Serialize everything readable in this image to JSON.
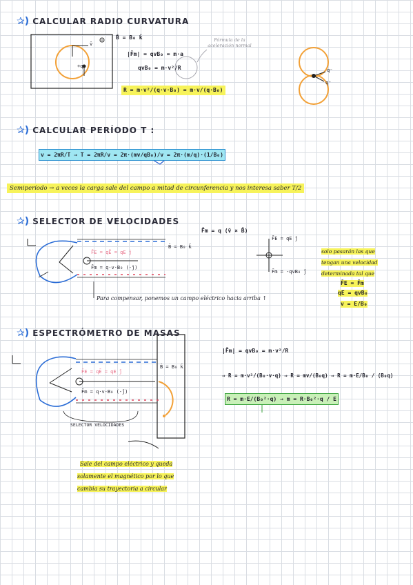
{
  "sections": [
    {
      "title": "CALCULAR RADIO CURVATURA"
    },
    {
      "title": "CALCULAR PERÍODO T :"
    },
    {
      "title": "SELECTOR DE VELOCIDADES"
    },
    {
      "title": "ESPECTRÓMETRO DE MASAS"
    }
  ],
  "s1": {
    "bfield": "B̄ = B₀ k̄",
    "fm": "|F̄m| = qvB₀ = m·a",
    "eq2": "qvB₀ = m·v²/R",
    "note": "Fórmula de la aceleración normal",
    "result": "R = m·v²/(q·v·B₀) = m·v/(q·B₀)",
    "q_label": "+q",
    "v_label": "v̄",
    "qminus": "q⁻",
    "qplus": "q⁺"
  },
  "s2": {
    "eq": "v = 2πR/T ⇒ T = 2πR/v = 2π·(mv/qB₀)/v = 2π·(m/q)·(1/B₀)",
    "semi": "Semiperíodo → a veces la carga sale del campo a mitad de circunferencia y nos interesa saber T/2"
  },
  "s3": {
    "fm": "F̄m = q (v̄ × B̄)",
    "fe": "F̄E = qE j̄",
    "fmag": "F̄m = -qvB₀ j̄",
    "bfield": "B̄ = B₀ k̄",
    "fe_label": "F̄E = qĒ = qE j̄",
    "fm_label": "F̄m = q·v·B₀ (-j̄)",
    "note1": "solo pasarán las que",
    "note2": "tengan una velocidad",
    "note3": "determinada tal que",
    "note4": "F̄E = F̄m",
    "note5": "qE = qvB₀",
    "note6": "v = E/B₀",
    "compensate": "Para compensar, ponemos un campo eléctrico hacia arriba ↑"
  },
  "s4": {
    "fm": "|F̄m| = qvB₀ = m·v²/R",
    "r1": "⇒ R = m·v²/(B₀·v·q) ⇒ R = mv/(B₀q) ⇒ R = m·E/B₀ / (B₀q)",
    "r2": "R = m·E/(B₀²·q) ⇒ m = R·B₀²·q / E",
    "selector": "SELECTOR VELOCIDADES",
    "fe_label": "F̄E = qĒ = qE j̄",
    "fm_label": "F̄m = q·v·B₀ (-j̄)",
    "bfield": "B̄ = B₀ k̄",
    "exit1": "Sale del campo eléctrico y queda",
    "exit2": "solamente el magnético por lo que",
    "exit3": "cambia su trayectoria a circular"
  }
}
